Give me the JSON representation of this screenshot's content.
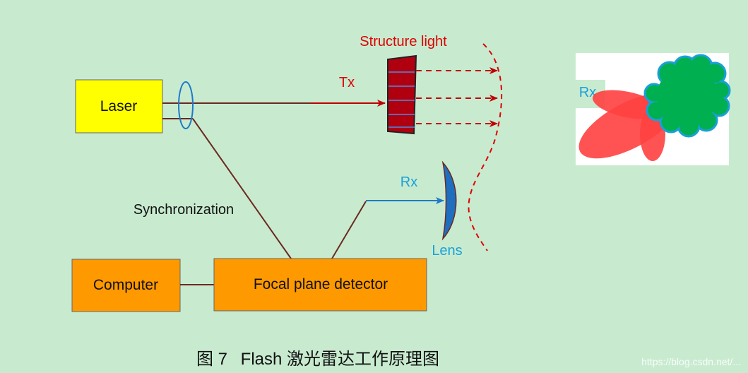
{
  "boxes": {
    "laser": "Laser",
    "computer": "Computer",
    "detector": "Focal plane detector"
  },
  "labels": {
    "structure_light": "Structure light",
    "tx": "Tx",
    "rx": "Rx",
    "lens": "Lens",
    "synchronization": "Synchronization",
    "inset_rx": "Rx"
  },
  "caption": {
    "figure": "图 7",
    "text": "Flash 激光雷达工作原理图"
  },
  "watermark": "https://blog.csdn.net/...",
  "colors": {
    "background": "#c8ebd0",
    "laser_box": "#ffff00",
    "orange_box": "#ff9900",
    "beam_red": "#c00000",
    "link_brown": "#6b2a1f",
    "rx_blue": "#1e7ac8",
    "label_red": "#e00000",
    "label_blue": "#1aa0d8",
    "cloud_green": "#00b050"
  }
}
